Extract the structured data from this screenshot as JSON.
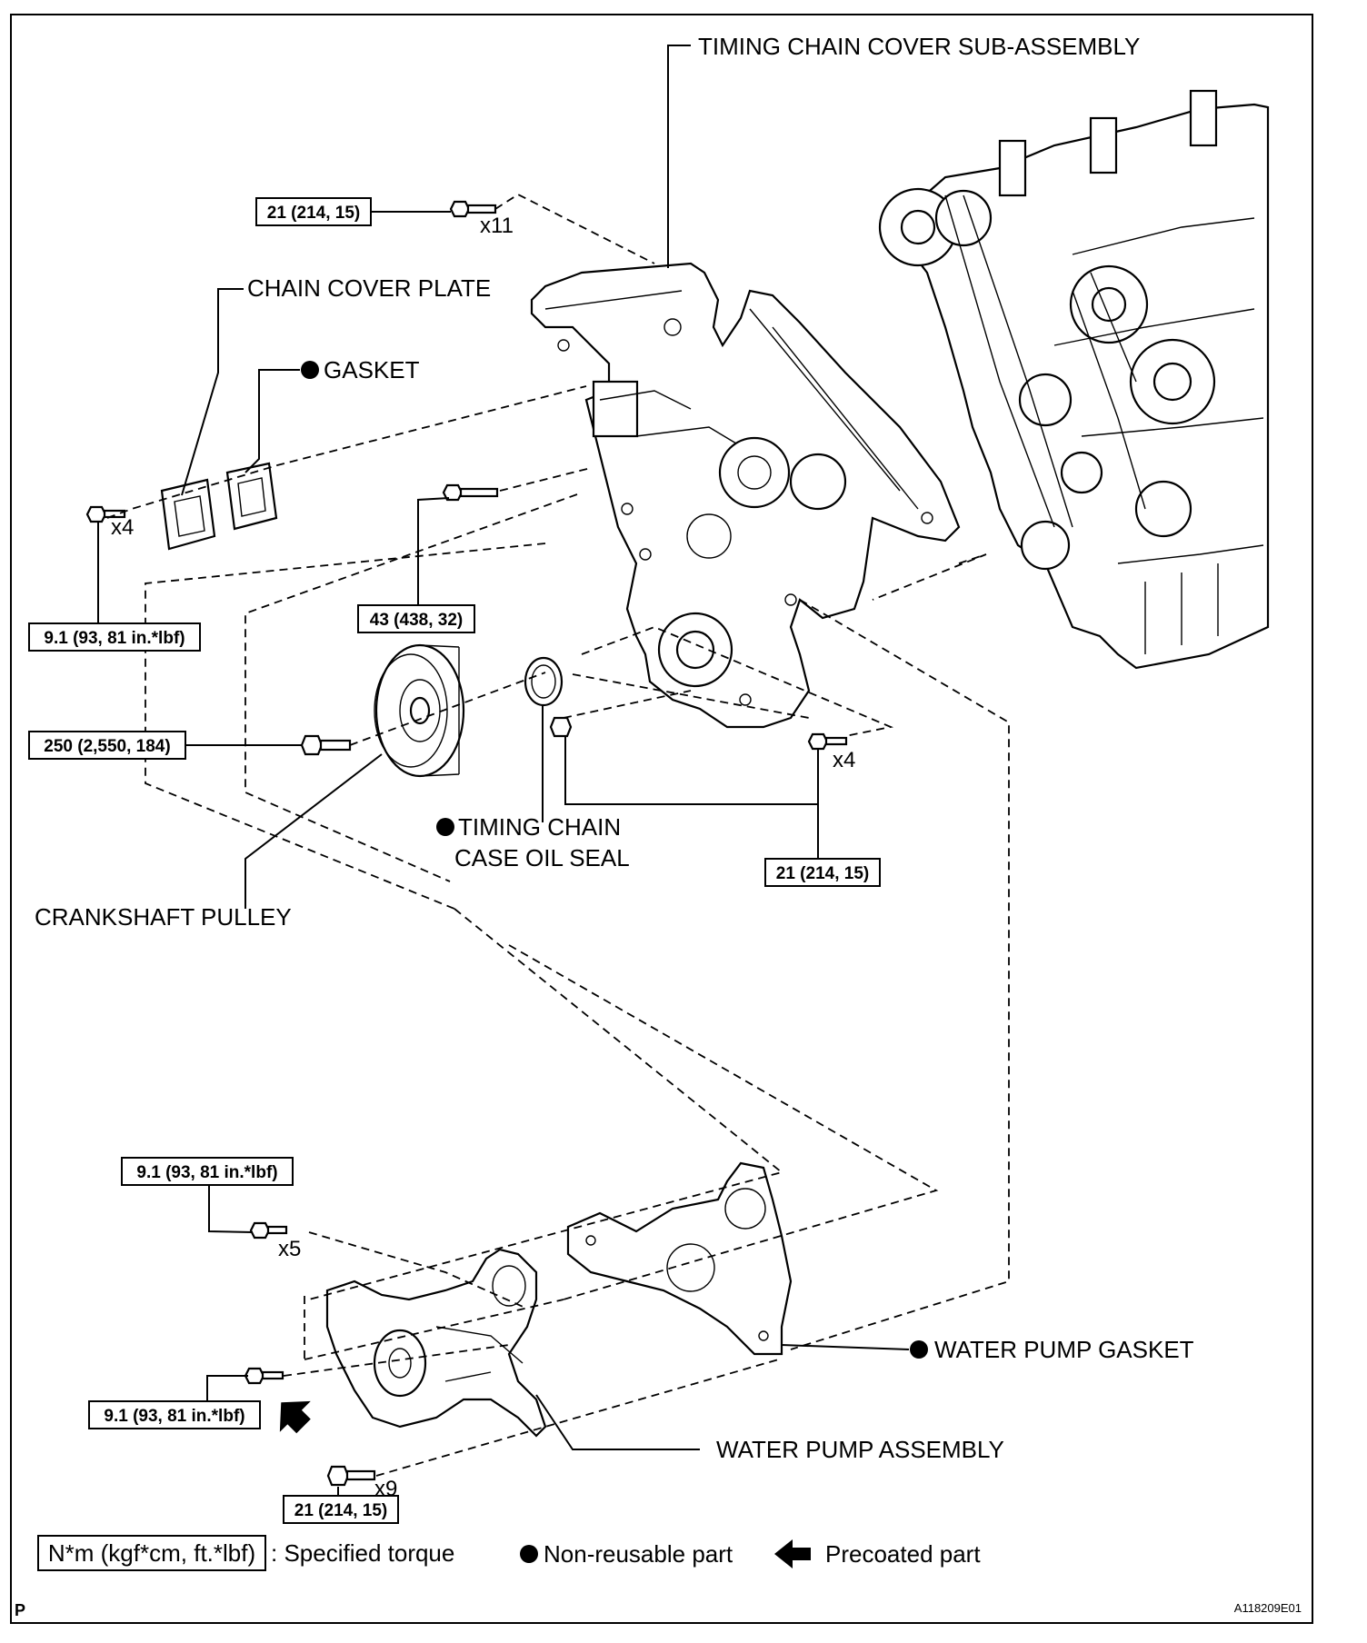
{
  "labels": {
    "timing_chain_cover": "TIMING CHAIN COVER SUB-ASSEMBLY",
    "chain_cover_plate": "CHAIN COVER PLATE",
    "gasket": "GASKET",
    "timing_chain_oil_seal_line1": "TIMING CHAIN",
    "timing_chain_oil_seal_line2": "CASE OIL SEAL",
    "crankshaft_pulley": "CRANKSHAFT PULLEY",
    "water_pump_gasket": "WATER PUMP GASKET",
    "water_pump_assembly": "WATER PUMP ASSEMBLY"
  },
  "torques": {
    "cover_bolts_top": "21 (214, 15)",
    "plate_bolts": "9.1 (93, 81 in.*lbf)",
    "cover_bolt_mid": "43 (438, 32)",
    "pulley_bolt": "250 (2,550, 184)",
    "cover_bolts_lower": "21 (214, 15)",
    "wp_bolts_upper": "9.1 (93, 81 in.*lbf)",
    "wp_bolt_precoated": "9.1 (93, 81 in.*lbf)",
    "wp_bolts_bottom": "21 (214, 15)"
  },
  "quantities": {
    "cover_bolts_top": "x11",
    "plate_bolts": "x4",
    "cover_bolts_lower": "x4",
    "wp_bolts_upper": "x5",
    "wp_bolts_bottom": "x9"
  },
  "legend": {
    "torque_unit": "N*m (kgf*cm, ft.*lbf)",
    "torque_desc": ": Specified torque",
    "non_reusable": "Non-reusable part",
    "precoated": "Precoated part"
  },
  "corner": {
    "left": "P",
    "code": "A118209E01"
  }
}
